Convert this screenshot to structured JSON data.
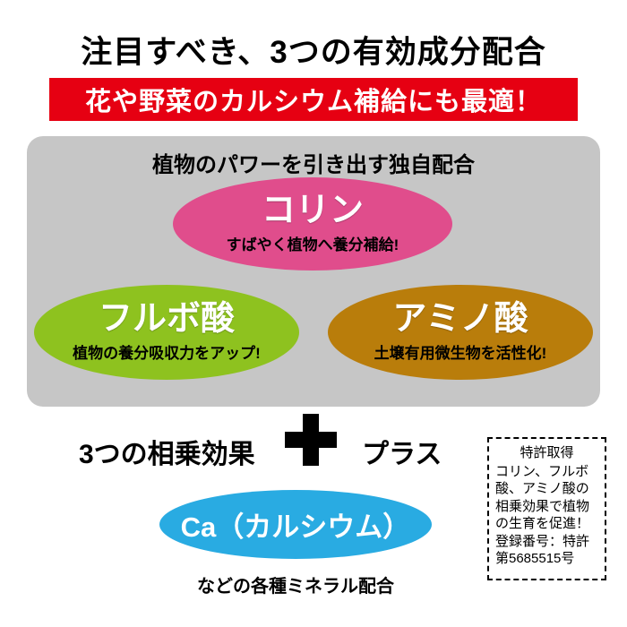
{
  "title": "注目すべき、3つの有効成分配合",
  "banner": {
    "text": "花や野菜のカルシウム補給にも最適！",
    "bg_color": "#e60012",
    "text_color": "#ffffff"
  },
  "formula_box": {
    "heading": "植物のパワーを引き出す独自配合",
    "bg_color": "#c6c6c6",
    "bubbles": [
      {
        "name": "コリン",
        "caption": "すばやく植物へ養分補給!",
        "color": "#e04d8c"
      },
      {
        "name": "フルボ酸",
        "caption": "植物の養分吸収力をアップ!",
        "color": "#8ec21f"
      },
      {
        "name": "アミノ酸",
        "caption": "土壌有用微生物を活性化!",
        "color": "#b97d0b"
      }
    ]
  },
  "synergy": {
    "left_label": "3つの相乗効果",
    "plus_label": "プラス",
    "plus_color": "#000000"
  },
  "patent_note": {
    "title": "特許取得",
    "body": "コリン、フルボ酸、アミノ酸の相乗効果で植物の生育を促進！",
    "registration": "登録番号：特許第5685515号"
  },
  "calcium": {
    "label": "Ca（カルシウム）",
    "color": "#29abe2",
    "caption": "などの各種ミネラル配合"
  }
}
